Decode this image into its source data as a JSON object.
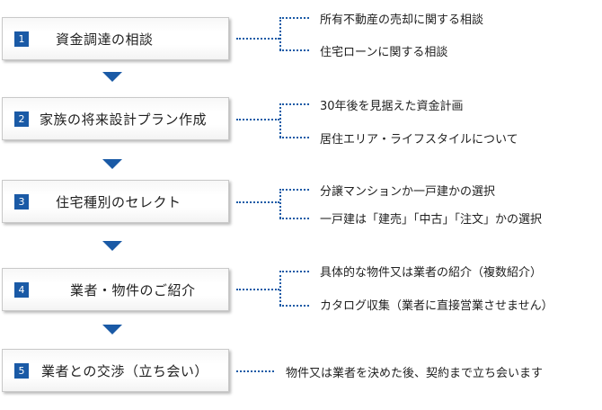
{
  "accent_color": "#1a5aa6",
  "steps": [
    {
      "number": "1",
      "title": "資金調達の相談",
      "details": [
        "所有不動産の売却に関する相談",
        "住宅ローンに関する相談"
      ]
    },
    {
      "number": "2",
      "title": "家族の将来設計プラン作成",
      "details": [
        "30年後を見据えた資金計画",
        "居住エリア・ライフスタイルについて"
      ]
    },
    {
      "number": "3",
      "title": "住宅種別のセレクト",
      "details": [
        "分譲マンションか一戸建かの選択",
        "一戸建は「建売」「中古」「注文」かの選択"
      ]
    },
    {
      "number": "4",
      "title": "業者・物件のご紹介",
      "details": [
        "具体的な物件又は業者の紹介（複数紹介）",
        "カタログ収集（業者に直接営業させません）"
      ]
    },
    {
      "number": "5",
      "title": "業者との交渉（立ち会い）",
      "details": [
        "物件又は業者を決めた後、契約まで立ち会います"
      ]
    }
  ]
}
